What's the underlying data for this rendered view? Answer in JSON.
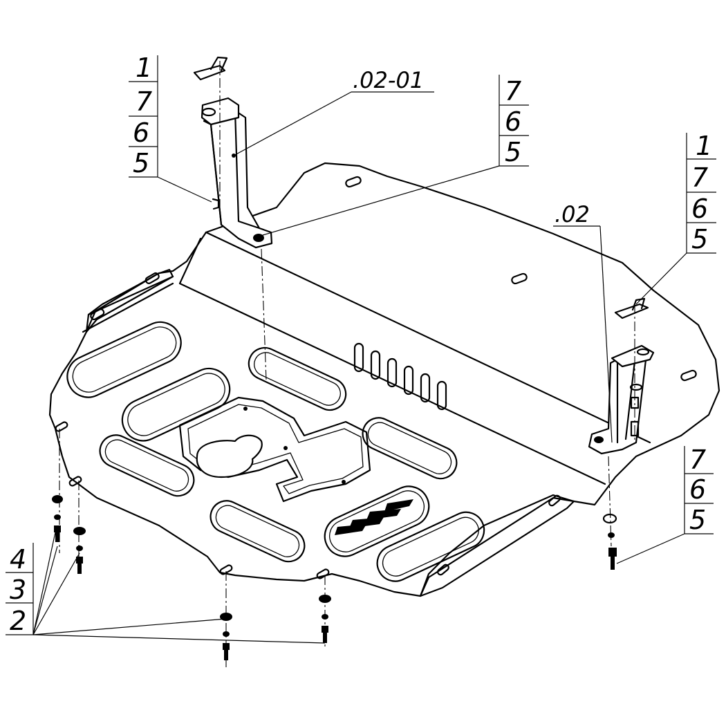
{
  "callouts": {
    "left_bracket": {
      "items": [
        "1",
        "7",
        "6",
        "5"
      ]
    },
    "left_bracket_part": ".02-01",
    "left_bracket_bolt": {
      "items": [
        "7",
        "6",
        "5"
      ]
    },
    "right_bracket": {
      "items": [
        "1",
        "7",
        "6",
        "5"
      ]
    },
    "right_bracket_part": ".02",
    "right_bolt": {
      "items": [
        "7",
        "6",
        "5"
      ]
    },
    "bottom_fasteners": {
      "items": [
        "4",
        "3",
        "2"
      ]
    }
  }
}
